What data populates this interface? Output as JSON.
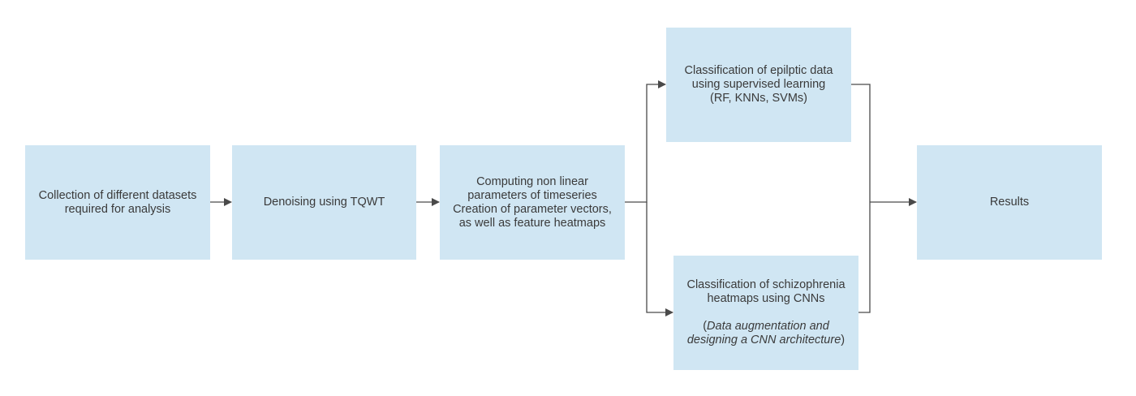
{
  "diagram": {
    "nodes": {
      "collection": {
        "lines": [
          "Collection of different datasets",
          "required for analysis"
        ]
      },
      "denoising": {
        "lines": [
          "Denoising using TQWT"
        ]
      },
      "computing": {
        "lines": [
          "Computing non linear",
          "parameters of timeseries",
          "Creation of parameter vectors,",
          "as well as feature heatmaps"
        ]
      },
      "epileptic": {
        "lines": [
          "Classification of epilptic data",
          "using supervised learning",
          "(RF, KNNs, SVMs)"
        ]
      },
      "schizophrenia": {
        "lines": [
          "Classification of schizophrenia",
          "heatmaps using CNNs"
        ],
        "note_open": "(",
        "note_line1": "Data augmentation and",
        "note_line2": "designing a CNN architecture",
        "note_close": ")"
      },
      "results": {
        "lines": [
          "Results"
        ]
      }
    },
    "colors": {
      "box_fill": "#d0e6f3",
      "line": "#4a4a4a",
      "text": "#3a3a3a"
    }
  }
}
